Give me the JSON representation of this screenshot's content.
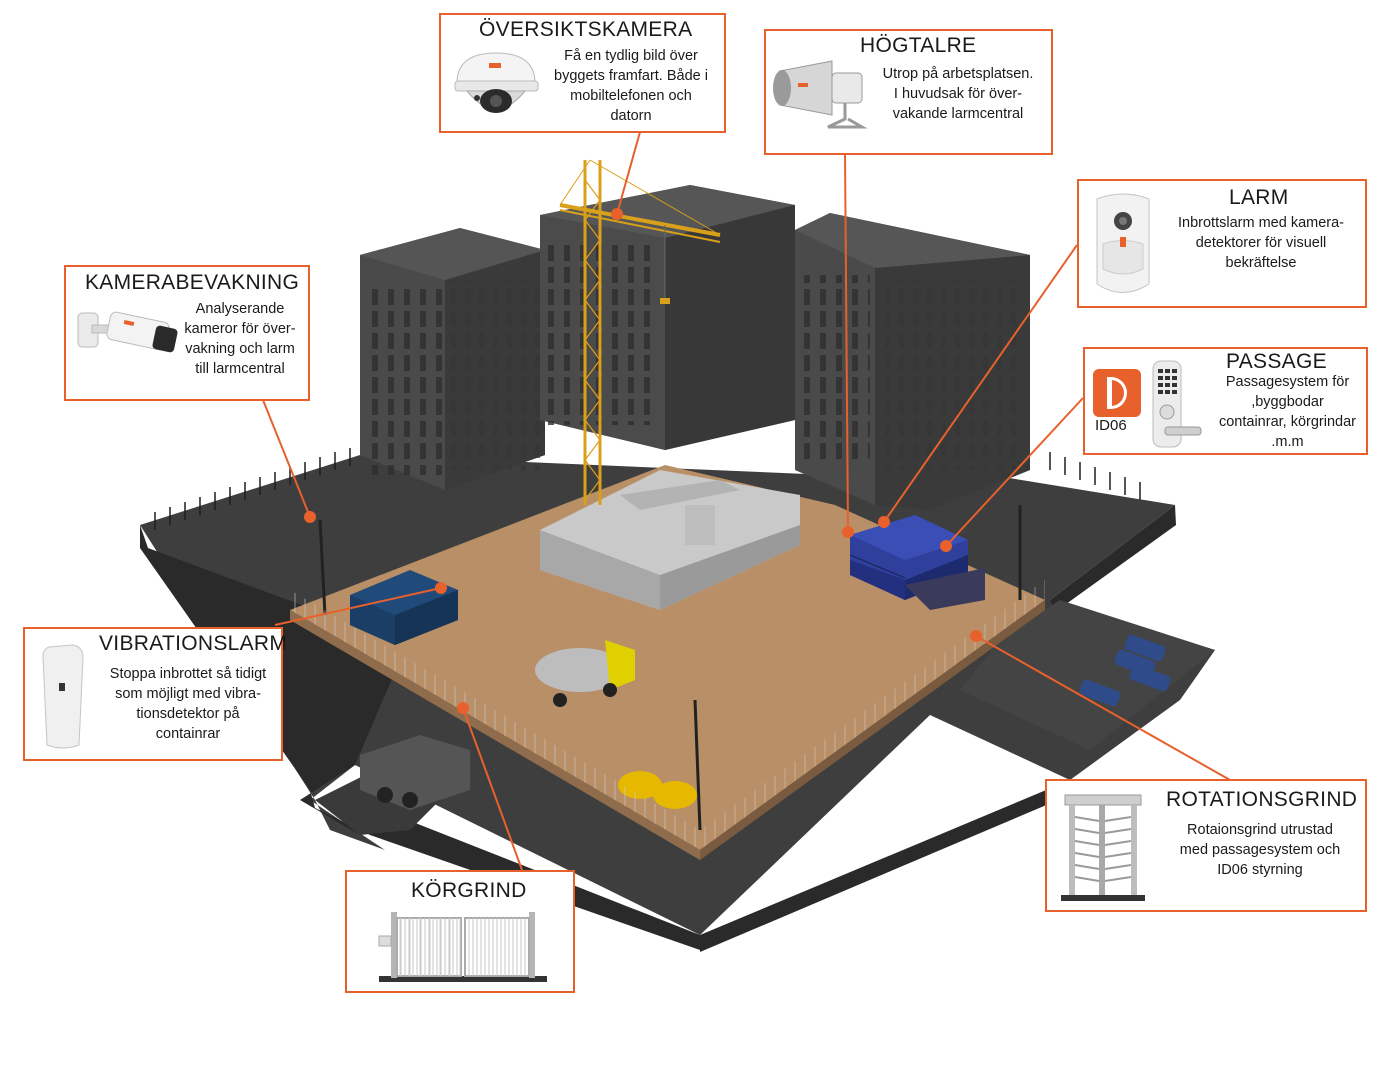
{
  "colors": {
    "accent": "#e8612c",
    "ground": "#3d3d3d",
    "site": "#b88f66",
    "building": "#454545"
  },
  "callouts": {
    "oversiktskamera": {
      "title": "ÖVERSIKTSKAMERA",
      "desc": "Få en tydlig bild över\nbyggets framfart. Både i\nmobiltelefonen och\ndatorn",
      "icon": "dome-camera-icon"
    },
    "hogtalre": {
      "title": "HÖGTALRE",
      "desc": "Utrop på arbetsplatsen.\nI huvudsak för över-\nvakande larmcentral",
      "icon": "horn-speaker-icon"
    },
    "larm": {
      "title": "LARM",
      "desc": "Inbrottslarm med kamera-\ndetektorer för visuell\nbekräftelse",
      "icon": "motion-detector-icon"
    },
    "kamerabevakning": {
      "title": "KAMERABEVAKNING",
      "desc": "Analyserande\nkameror för över-\nvakning och larm\ntill larmcentral",
      "icon": "bullet-camera-icon"
    },
    "passage": {
      "title": "PASSAGE",
      "desc": "Passagesystem för\n,byggbodar\ncontainrar, körgrindar\n.m.m",
      "icon": "keypad-lock-icon",
      "badge": "ID06"
    },
    "vibrationslarm": {
      "title": "VIBRATIONSLARM",
      "desc": "Stoppa inbrottet så tidigt\nsom möjligt med vibra-\ntionsdetektor på\ncontainrar",
      "icon": "vibration-sensor-icon"
    },
    "rotationsgrind": {
      "title": "ROTATIONSGRIND",
      "desc": "Rotaionsgrind utrustad\nmed passagesystem och\nID06 styrning",
      "icon": "turnstile-icon"
    },
    "korgrind": {
      "title": "KÖRGRIND",
      "icon": "vehicle-gate-icon"
    }
  }
}
